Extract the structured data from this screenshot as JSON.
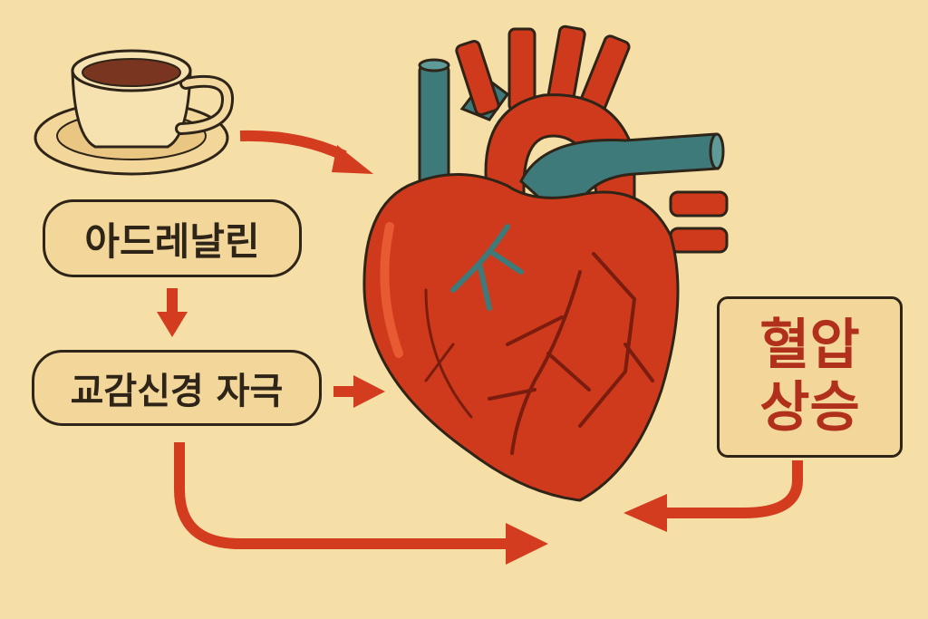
{
  "labels": {
    "adrenaline": "아드레날린",
    "sympathetic": "교감신경 자극",
    "bp_line1": "혈압",
    "bp_line2": "상승"
  },
  "icons": {
    "cup": "coffee-cup-icon",
    "heart": "anatomical-heart-icon"
  },
  "colors": {
    "background": "#f6dfa6",
    "arrow": "#d43c1f",
    "heart": "#cf3a1c",
    "vessel_blue": "#3e7a7a",
    "text_dark": "#2e2418",
    "text_red": "#b1301c"
  }
}
